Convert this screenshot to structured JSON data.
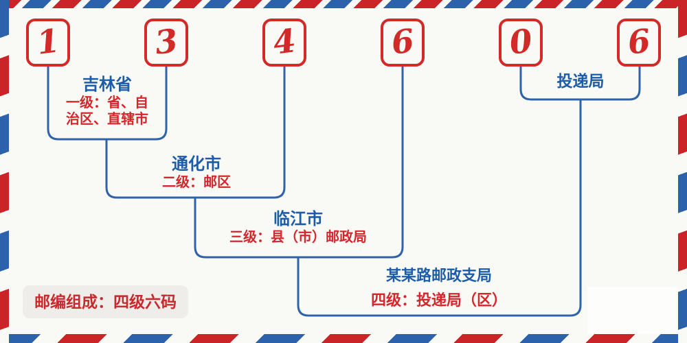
{
  "postal_code": {
    "digits": [
      "1",
      "3",
      "4",
      "6",
      "0",
      "6"
    ]
  },
  "labels": {
    "level1": {
      "title": "吉林省",
      "desc_line1": "一级：省、自",
      "desc_line2": "治区、直辖市"
    },
    "level2": {
      "title": "通化市",
      "desc": "二级：邮区"
    },
    "level3": {
      "title": "临江市",
      "desc": "三级：县（市）邮政局"
    },
    "level4": {
      "title": "某某路邮政支局",
      "desc": "四级：投递局（区）"
    },
    "delivery": {
      "title": "投递局"
    }
  },
  "footer": {
    "badge": "邮编组成：四级六码"
  },
  "colors": {
    "digit_red": "#d22a28",
    "text_blue": "#1c5ca8",
    "text_red": "#d5262b",
    "line_blue": "#2e63a9",
    "stripe_red": "#cb2428",
    "stripe_blue": "#2c61ab",
    "badge_bg": "#efedea",
    "background": "#f9faf6"
  }
}
